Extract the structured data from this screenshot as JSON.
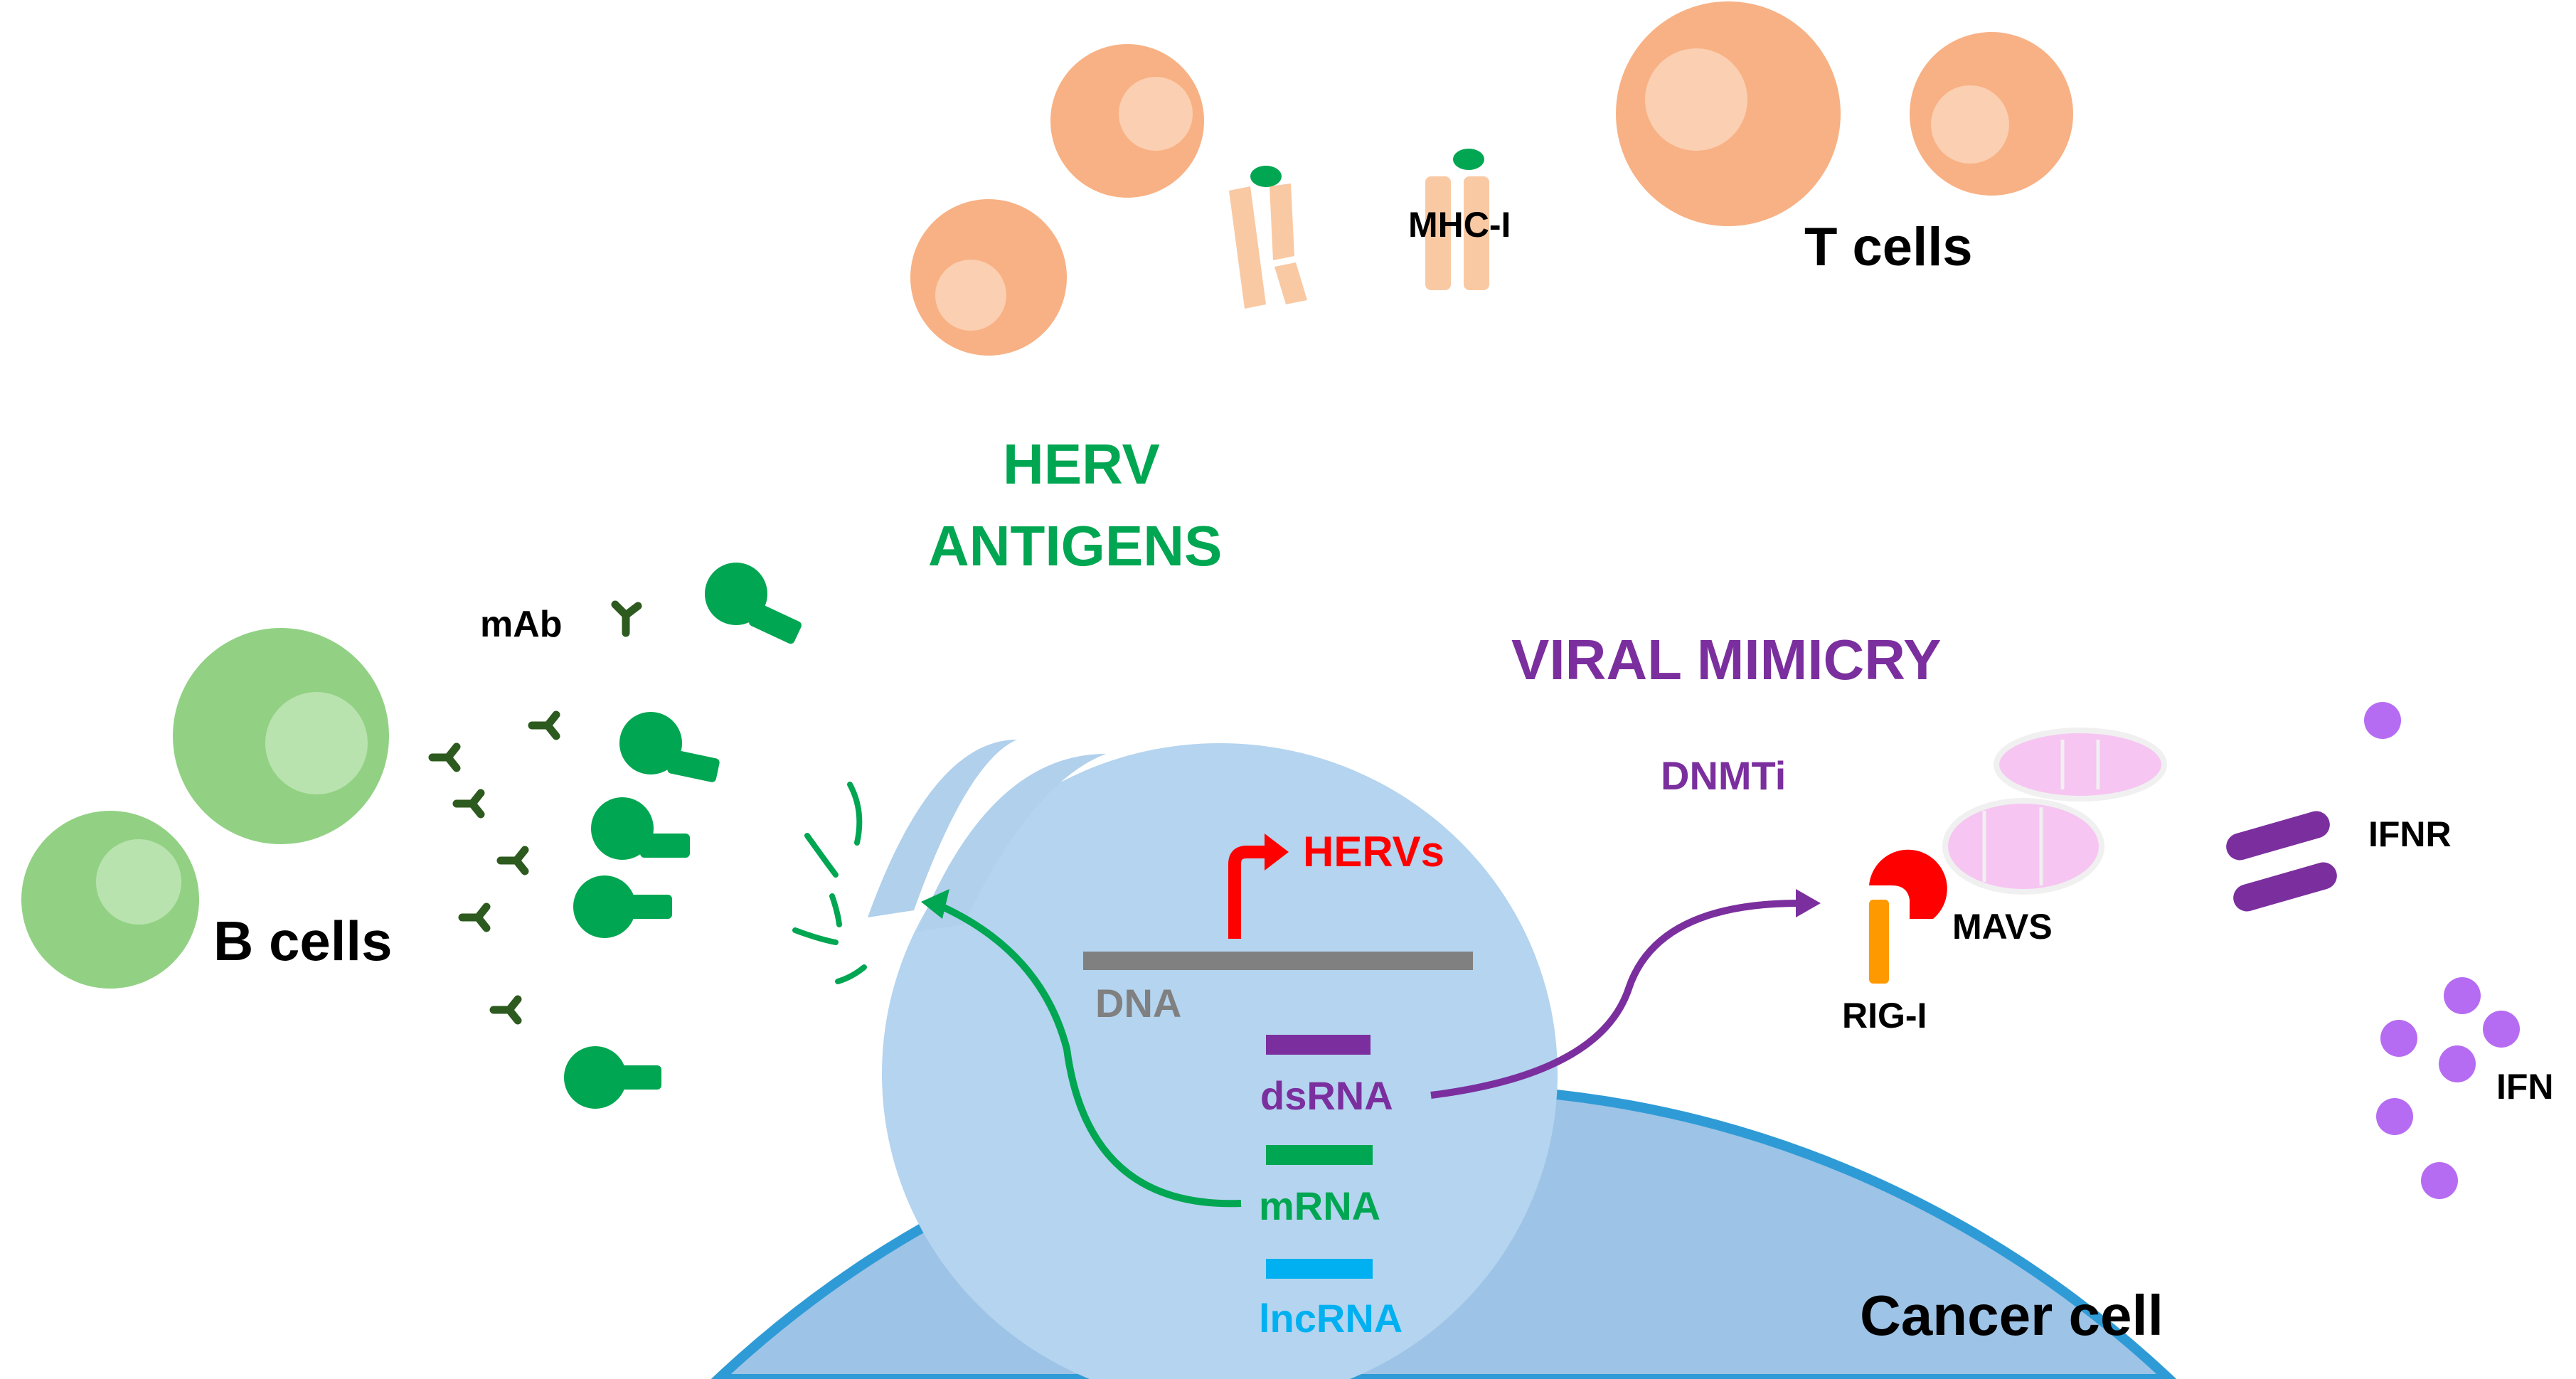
{
  "labels": {
    "t_cells": "T cells",
    "mhc_i": "MHC-I",
    "herv_antigens_line1": "HERV",
    "herv_antigens_line2": "ANTIGENS",
    "viral_mimicry": "VIRAL MIMICRY",
    "dnmti": "DNMTi",
    "hervs": "HERVs",
    "dna": "DNA",
    "dsrna": "dsRNA",
    "mrna": "mRNA",
    "lncrna": "lncRNA",
    "mab": "mAb",
    "b_cells": "B cells",
    "mavs": "MAVS",
    "rig_i": "RIG-I",
    "ifnr": "IFNR",
    "ifn": "IFN",
    "cancer_cell": "Cancer cell"
  },
  "colors": {
    "cell_fill": "#9dc3e6",
    "cell_border": "#2f9bd6",
    "nucleus_fill": "#b4d4ef",
    "herv_green": "#00a651",
    "viral_purple": "#7b2f9e",
    "hervs_red": "#ff0000",
    "dna_gray": "#808080",
    "lncrna_blue": "#00b0f0",
    "t_cell_orange": "#f8b184",
    "b_cell_green": "#92d184",
    "antibody_dark_green": "#2d5a1e",
    "ifn_violet": "#b66cf2",
    "mito_pink": "#f6c5f2",
    "mavs_red": "#ff0000",
    "rigi_orange": "#ff9900"
  },
  "icons": [
    "t-cell",
    "b-cell",
    "mhc-i-receptor",
    "herv-antigen",
    "antibody",
    "mitochondrion",
    "mavs",
    "rig-i",
    "ifn-receptor",
    "ifn-molecule"
  ]
}
